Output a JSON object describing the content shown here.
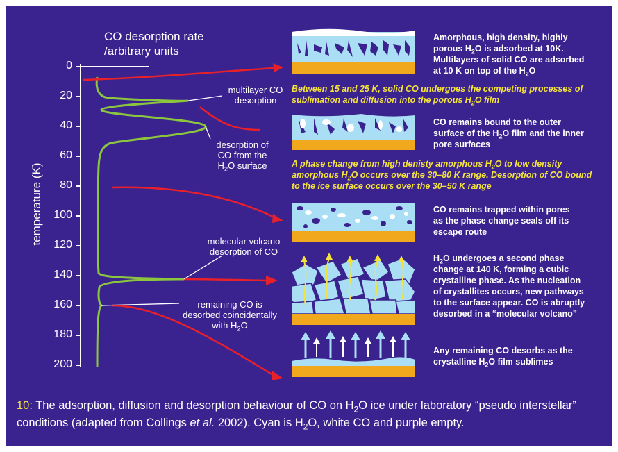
{
  "colors": {
    "background": "#3a238f",
    "curve": "#8cc63f",
    "arrow": "#e8202a",
    "h2o": "#a9def5",
    "co": "#ffffff",
    "empty": "#3a238f",
    "substrate": "#f2a81c",
    "highlight": "#f5e33a"
  },
  "plot": {
    "title_line1": "CO desorption rate",
    "title_line2": "/arbitrary units",
    "ylabel": "temperature (K)",
    "yticks": [
      "0",
      "20",
      "40",
      "60",
      "80",
      "100",
      "120",
      "140",
      "160",
      "180",
      "200"
    ]
  },
  "curve_labels": {
    "multilayer": [
      "multilayer CO",
      "desorption"
    ],
    "surface_line1": "desorption of",
    "surface_line2": "CO from the",
    "surface_line3_pre": "H",
    "surface_line3_sub": "2",
    "surface_line3_post": "O surface",
    "volcano": [
      "molecular volcano",
      "desorption of CO"
    ],
    "remaining_line1": "remaining CO is",
    "remaining_line2": "desorbed coincidentally",
    "remaining_line3_pre": "with H",
    "remaining_line3_sub": "2",
    "remaining_line3_post": "O"
  },
  "stages": [
    {
      "line1": "Amorphous, high density, highly",
      "line2_pre": "porous H",
      "line2_sub": "2",
      "line2_post": "O is adsorbed at 10K.",
      "line3": "Multilayers of solid CO are adsorbed",
      "line4_pre": "at 10 K on top of the H",
      "line4_sub": "2",
      "line4_post": "O"
    },
    {
      "line1": "CO remains bound to the outer",
      "line2_pre": "surface of the H",
      "line2_sub": "2",
      "line2_post": "O film and the inner",
      "line3": "pore surfaces"
    },
    {
      "line1": "CO remains trapped within pores",
      "line2": "as the phase change seals off its",
      "line3": "escape route"
    },
    {
      "line1_pre": "H",
      "line1_sub": "2",
      "line1_post": "O undergoes a second phase",
      "line2": "change at 140 K, forming a cubic",
      "line3": "crystalline phase. As the nucleation",
      "line4": "of crystallites occurs, new pathways",
      "line5": "to the surface appear. CO is abruptly",
      "line6": "desorbed in a “molecular volcano”"
    },
    {
      "line1": "Any remaining CO desorbs as the",
      "line2_pre": "crystalline H",
      "line2_sub": "2",
      "line2_post": "O film sublimes"
    }
  ],
  "notes": {
    "n1_line1": "Between 15 and 25 K, solid CO undergoes the competing processes of",
    "n1_line2_pre": "sublimation and diffusion into the porous H",
    "n1_line2_sub": "2",
    "n1_line2_post": "O film",
    "n2_line1_pre": "A phase change from high denisty amorphous H",
    "n2_line1_sub": "2",
    "n2_line1_post": "O to low density",
    "n2_line2_pre": "amorphous H",
    "n2_line2_sub": "2",
    "n2_line2_post": "O occurs over the 30–80 K range. Desorption of CO bound",
    "n2_line3": "to the ice surface occurs over the 30–50 K range"
  },
  "caption": {
    "number": "10",
    "p1": ": The adsorption, diffusion and desorption behaviour of CO on H",
    "sub1": "2",
    "p2": "O ice under laboratory “pseudo interstellar” conditions (adapted from Collings ",
    "italic": "et al.",
    "p3": " 2002). Cyan is H",
    "sub2": "2",
    "p4": "O, white CO and purple empty."
  }
}
